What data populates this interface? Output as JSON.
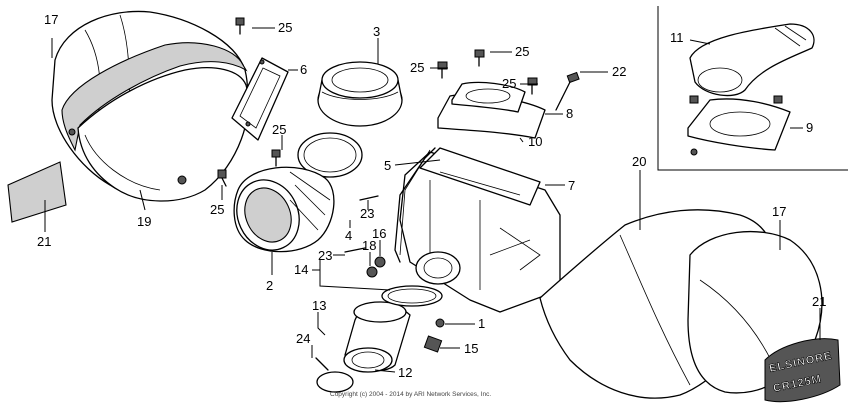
{
  "callouts": [
    {
      "id": "17a",
      "text": "17"
    },
    {
      "id": "25a",
      "text": "25"
    },
    {
      "id": "6",
      "text": "6"
    },
    {
      "id": "3",
      "text": "3"
    },
    {
      "id": "25b",
      "text": "25"
    },
    {
      "id": "25c",
      "text": "25"
    },
    {
      "id": "25d",
      "text": "25"
    },
    {
      "id": "22",
      "text": "22"
    },
    {
      "id": "11",
      "text": "11"
    },
    {
      "id": "8",
      "text": "8"
    },
    {
      "id": "9",
      "text": "9"
    },
    {
      "id": "10",
      "text": "10"
    },
    {
      "id": "25e",
      "text": "25"
    },
    {
      "id": "5",
      "text": "5"
    },
    {
      "id": "7",
      "text": "7"
    },
    {
      "id": "20",
      "text": "20"
    },
    {
      "id": "25f",
      "text": "25"
    },
    {
      "id": "19",
      "text": "19"
    },
    {
      "id": "21a",
      "text": "21"
    },
    {
      "id": "23a",
      "text": "23"
    },
    {
      "id": "4",
      "text": "4"
    },
    {
      "id": "16",
      "text": "16"
    },
    {
      "id": "18",
      "text": "18"
    },
    {
      "id": "23b",
      "text": "23"
    },
    {
      "id": "17b",
      "text": "17"
    },
    {
      "id": "14",
      "text": "14"
    },
    {
      "id": "2",
      "text": "2"
    },
    {
      "id": "21b",
      "text": "21"
    },
    {
      "id": "13",
      "text": "13"
    },
    {
      "id": "1",
      "text": "1"
    },
    {
      "id": "24",
      "text": "24"
    },
    {
      "id": "15",
      "text": "15"
    },
    {
      "id": "12",
      "text": "12"
    }
  ],
  "decal_text": [
    "ELSINORE",
    "CR125M"
  ],
  "copyright": "Copyright (c) 2004 - 2014 by ARI Network Services, Inc."
}
